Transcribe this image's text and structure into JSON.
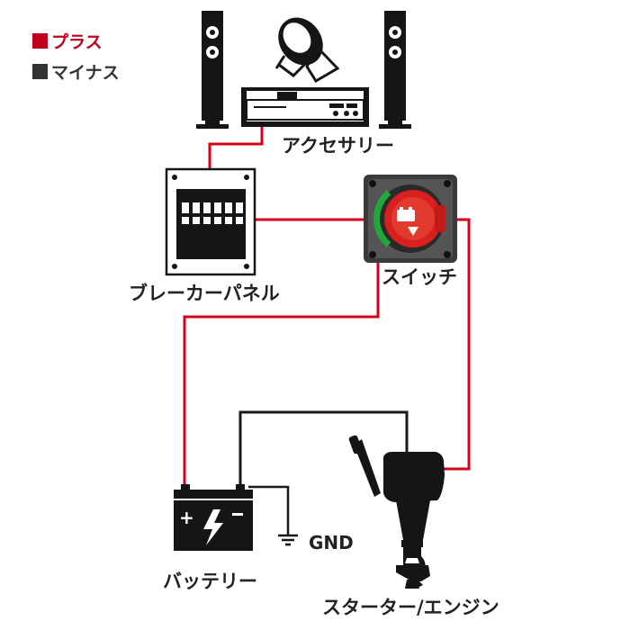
{
  "legend": {
    "plus": {
      "label": "プラス",
      "color": "#c0001a"
    },
    "minus": {
      "label": "マイナス",
      "color": "#333333"
    }
  },
  "labels": {
    "accessory": "アクセサリー",
    "breaker_panel": "ブレーカーパネル",
    "switch": "スイッチ",
    "battery": "バッテリー",
    "gnd": "GND",
    "starter_engine": "スターター/エンジン"
  },
  "colors": {
    "plus_wire": "#d4001e",
    "minus_wire": "#1a1a1a",
    "device": "#151515",
    "switch_red": "#d8201e",
    "switch_green": "#22a83a"
  },
  "icons": [
    "speaker-icon",
    "amplifier-icon",
    "spotlight-icon",
    "breaker-panel-icon",
    "battery-switch-icon",
    "battery-icon",
    "ground-icon",
    "outboard-engine-icon"
  ]
}
